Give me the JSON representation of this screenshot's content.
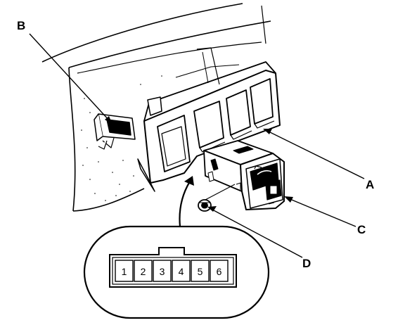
{
  "callouts": {
    "a": "A",
    "b": "B",
    "c": "C",
    "d": "D"
  },
  "connector": {
    "pins": [
      "1",
      "2",
      "3",
      "4",
      "5",
      "6"
    ]
  },
  "colors": {
    "ink": "#000000",
    "paper": "#ffffff"
  }
}
